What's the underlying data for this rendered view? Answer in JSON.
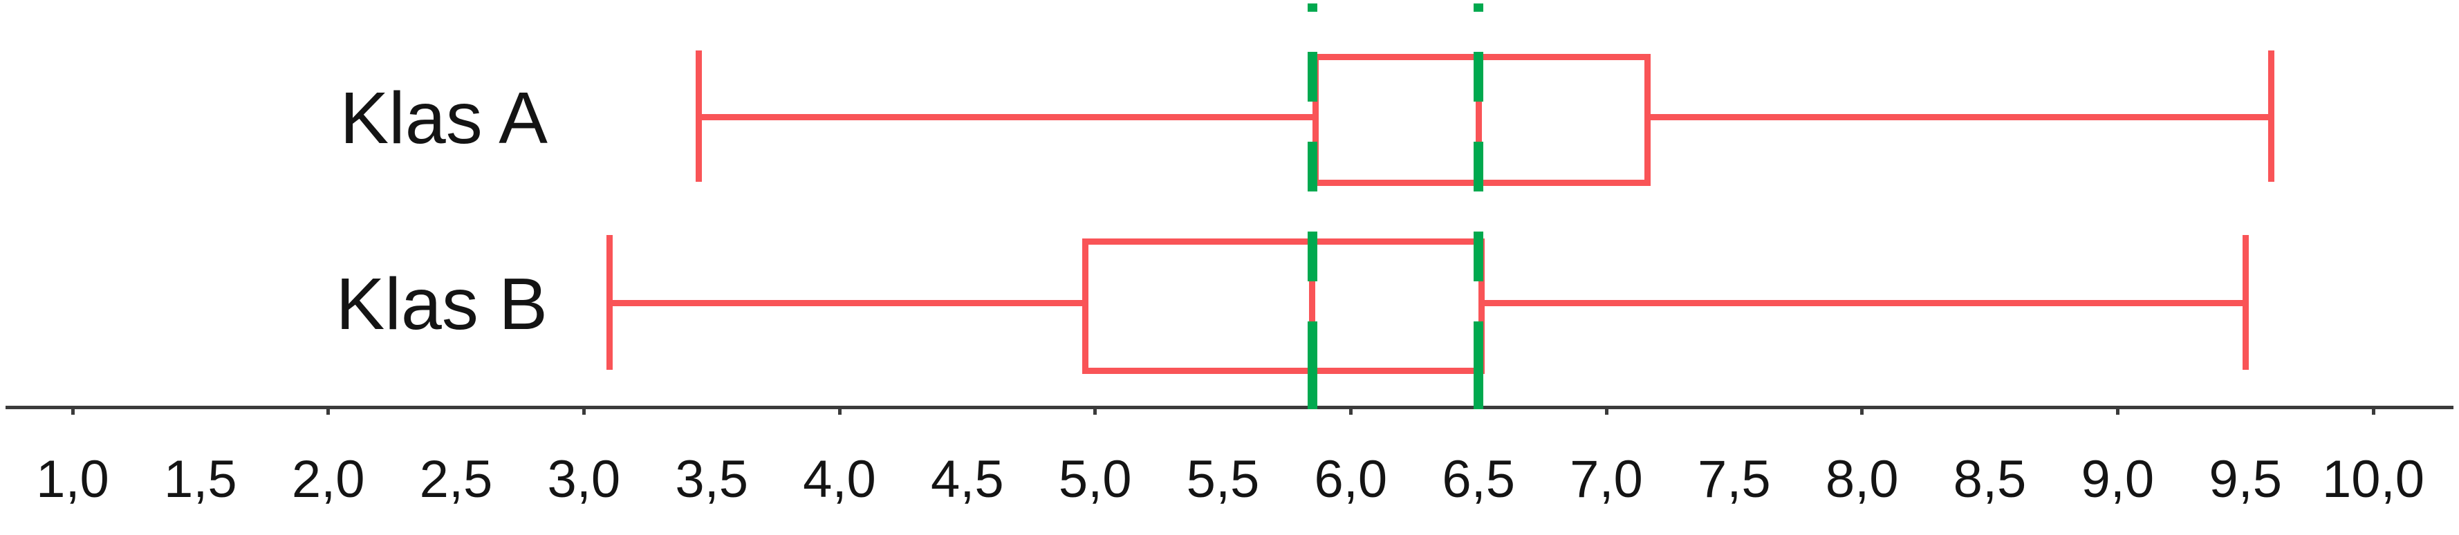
{
  "chart_data": {
    "type": "boxplot",
    "orientation": "horizontal",
    "title": "",
    "xlabel": "",
    "axis": {
      "min": 1.0,
      "max": 10.0,
      "label_step": 0.5,
      "tick_mark_values": [
        1,
        2,
        3,
        4,
        5,
        6,
        7,
        8,
        9,
        10
      ],
      "tick_label_values": [
        1.0,
        1.5,
        2.0,
        2.5,
        3.0,
        3.5,
        4.0,
        4.5,
        5.0,
        5.5,
        6.0,
        6.5,
        7.0,
        7.5,
        8.0,
        8.5,
        9.0,
        9.5,
        10.0
      ],
      "tick_labels": [
        "1,0",
        "1,5",
        "2,0",
        "2,5",
        "3,0",
        "3,5",
        "4,0",
        "4,5",
        "5,0",
        "5,5",
        "6,0",
        "6,5",
        "7,0",
        "7,5",
        "8,0",
        "8,5",
        "9,0",
        "9,5",
        "10,0"
      ],
      "decimal_separator": ","
    },
    "series": [
      {
        "name": "Klas A",
        "min": 3.45,
        "q1": 5.85,
        "median": 6.5,
        "q3": 7.15,
        "max": 9.6
      },
      {
        "name": "Klas B",
        "min": 3.1,
        "q1": 4.95,
        "median": 5.85,
        "q3": 6.5,
        "max": 9.5
      }
    ],
    "guide_lines": [
      {
        "value": 5.85,
        "style": "dashed",
        "meaning": "Klas A Q1 = Klas B mediaan"
      },
      {
        "value": 6.5,
        "style": "dashed",
        "meaning": "Klas A mediaan = Klas B Q3"
      }
    ],
    "legend": null,
    "grid": false,
    "colors": {
      "box": "#F95457",
      "guide": "#00A94F",
      "axis": "#3B3B3B",
      "text": "#141414"
    }
  },
  "labels": {
    "series_a": "Klas A",
    "series_b": "Klas B"
  }
}
